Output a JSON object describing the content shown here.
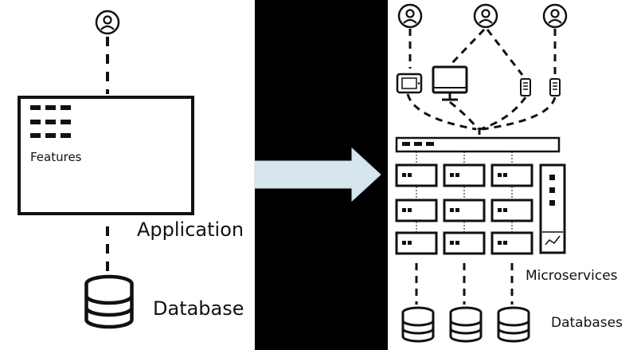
{
  "monolith": {
    "features_label": "Features",
    "application_label": "Application",
    "database_label": "Database"
  },
  "microservices": {
    "microservices_label": "Microservices",
    "databases_label": "Databases"
  },
  "icons": [
    "user-icon",
    "tablet-icon",
    "monitor-icon",
    "phone-icon",
    "database-icon",
    "server-rack-icon",
    "arrow-icon"
  ]
}
